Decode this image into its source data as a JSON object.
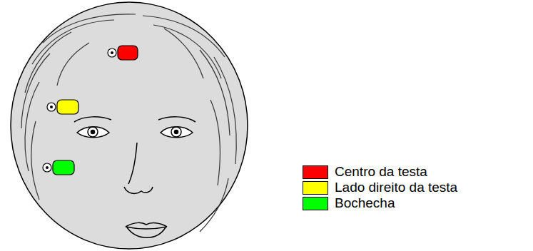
{
  "diagram": {
    "legend": [
      {
        "text": "Centro da testa",
        "color": "#ff0000"
      },
      {
        "text": "Lado direito da testa",
        "color": "#ffff00"
      },
      {
        "text": "Bochecha",
        "color": "#00ff00"
      }
    ]
  }
}
